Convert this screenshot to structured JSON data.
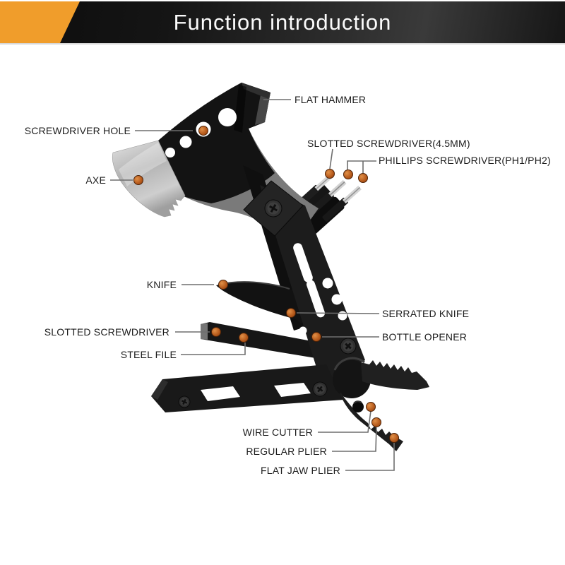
{
  "header": {
    "title": "Function introduction",
    "accent_color": "#f09d2b",
    "bar_color": "#1a1a1a",
    "title_color": "#fbfbfb"
  },
  "diagram": {
    "product": "multi-function-hammer-axe-multitool",
    "dot_color": "#b85c1d",
    "leader_line_color": "#6e6e6e",
    "label_color": "#1c1c1c",
    "callouts": [
      {
        "id": "flat-hammer",
        "label": "FLAT HAMMER",
        "side": "right"
      },
      {
        "id": "screwdriver-hole",
        "label": "SCREWDRIVER HOLE",
        "side": "left"
      },
      {
        "id": "axe",
        "label": "AXE",
        "side": "left"
      },
      {
        "id": "slotted-45",
        "label": "SLOTTED SCREWDRIVER(4.5MM)",
        "side": "right"
      },
      {
        "id": "phillips",
        "label": "PHILLIPS SCREWDRIVER(PH1/PH2)",
        "side": "right"
      },
      {
        "id": "knife",
        "label": "KNIFE",
        "side": "left"
      },
      {
        "id": "serrated-knife",
        "label": "SERRATED KNIFE",
        "side": "right"
      },
      {
        "id": "slotted",
        "label": "SLOTTED SCREWDRIVER",
        "side": "left"
      },
      {
        "id": "bottle-opener",
        "label": "BOTTLE OPENER",
        "side": "right"
      },
      {
        "id": "steel-file",
        "label": "STEEL FILE",
        "side": "left"
      },
      {
        "id": "wire-cutter",
        "label": "WIRE CUTTER",
        "side": "left"
      },
      {
        "id": "regular-plier",
        "label": "REGULAR PLIER",
        "side": "left"
      },
      {
        "id": "flat-jaw-plier",
        "label": "FLAT JAW PLIER",
        "side": "left"
      }
    ]
  }
}
